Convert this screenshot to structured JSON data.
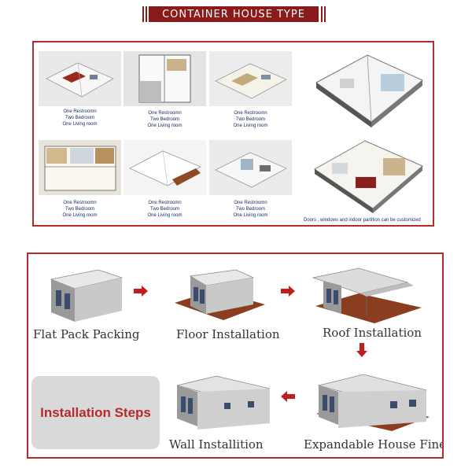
{
  "header": {
    "title": "CONTAINER HOUSE TYPE"
  },
  "layouts": [
    {
      "lines": [
        "One Restroomn",
        "Two Bedroom",
        "One Living room"
      ]
    },
    {
      "lines": [
        "One Restroomn",
        "Two Bedroom",
        "One Living room"
      ]
    },
    {
      "lines": [
        "One Restroomn",
        "Two Bedroom",
        "One Living room"
      ]
    },
    {
      "lines": [
        "One Restroomn",
        "Two Bedroom",
        "One Living room"
      ]
    },
    {
      "lines": [
        "One Restroomn",
        "Two Bedroom",
        "One Living room"
      ]
    },
    {
      "lines": [
        "One Restroomn",
        "Two Bedroom",
        "One Living room"
      ]
    }
  ],
  "customize_note": "Doors , windows and indoor partition can be customized",
  "steps": [
    {
      "label": "Flat Pack Packing"
    },
    {
      "label": "Floor Installation"
    },
    {
      "label": "Roof Installation"
    },
    {
      "label": "Wall Installition"
    },
    {
      "label": "Expandable House Fineshed"
    }
  ],
  "steps_title": "Installation Steps",
  "colors": {
    "accent": "#8b1a1a",
    "border": "#b52a2a",
    "text_blue": "#1b2a6b"
  }
}
